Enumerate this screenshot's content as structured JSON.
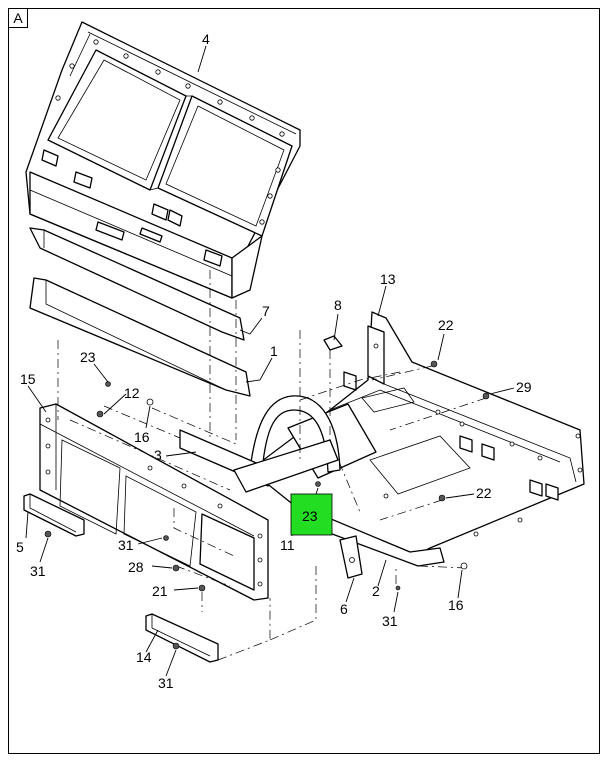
{
  "view_label": "A",
  "highlight_color": "#22dd22",
  "callouts": [
    {
      "id": "c4",
      "text": "4"
    },
    {
      "id": "c7",
      "text": "7"
    },
    {
      "id": "c1",
      "text": "1"
    },
    {
      "id": "c8",
      "text": "8"
    },
    {
      "id": "c13",
      "text": "13"
    },
    {
      "id": "c22a",
      "text": "22"
    },
    {
      "id": "c29",
      "text": "29"
    },
    {
      "id": "c23a",
      "text": "23"
    },
    {
      "id": "c12",
      "text": "12"
    },
    {
      "id": "c15",
      "text": "15"
    },
    {
      "id": "c16a",
      "text": "16"
    },
    {
      "id": "c3",
      "text": "3"
    },
    {
      "id": "c22b",
      "text": "22"
    },
    {
      "id": "c23b",
      "text": "23"
    },
    {
      "id": "c11",
      "text": "11"
    },
    {
      "id": "c5",
      "text": "5"
    },
    {
      "id": "c31a",
      "text": "31"
    },
    {
      "id": "c31b",
      "text": "31"
    },
    {
      "id": "c28",
      "text": "28"
    },
    {
      "id": "c21",
      "text": "21"
    },
    {
      "id": "c14",
      "text": "14"
    },
    {
      "id": "c31c",
      "text": "31"
    },
    {
      "id": "c6",
      "text": "6"
    },
    {
      "id": "c2",
      "text": "2"
    },
    {
      "id": "c31d",
      "text": "31"
    },
    {
      "id": "c16b",
      "text": "16"
    }
  ]
}
